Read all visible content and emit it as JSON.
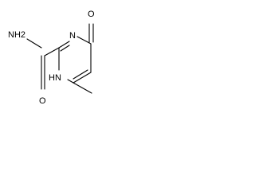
{
  "molecule": {
    "atoms": {
      "amide_n": "NH2",
      "ring_n_top": "N",
      "oxo_o": "O",
      "amide_o": "O",
      "ring_nh": "HN"
    },
    "colors": {
      "bond": "#000000",
      "label": "#000000",
      "background": "#ffffff"
    }
  }
}
